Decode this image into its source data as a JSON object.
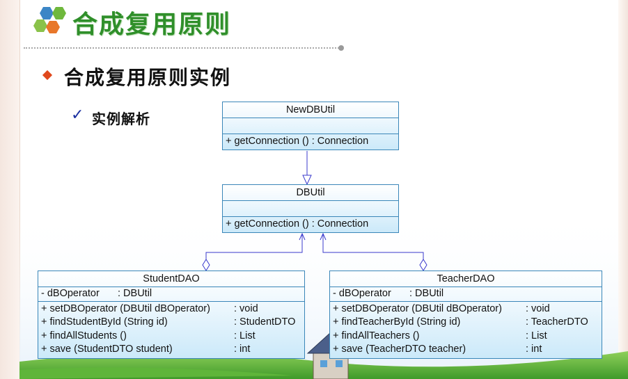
{
  "slide": {
    "title": "合成复用原则",
    "heading": "合成复用原则实例",
    "subheading": "实例解析",
    "colors": {
      "title": "#2f8f2a",
      "bullet": "#e0481c",
      "check": "#1a2fa0",
      "uml_border": "#3a86b8"
    }
  },
  "uml": {
    "newdbutil": {
      "name": "NewDBUtil",
      "operations": [
        {
          "sig": "+  getConnection () : Connection"
        }
      ]
    },
    "dbutil": {
      "name": "DBUtil",
      "operations": [
        {
          "sig": "+  getConnection () : Connection"
        }
      ]
    },
    "studentdao": {
      "name": "StudentDAO",
      "attributes": [
        {
          "name": "-  dBOperator",
          "type": ": DBUtil"
        }
      ],
      "operations": [
        {
          "name": "+  setDBOperator (DBUtil dBOperator)",
          "type": ": void"
        },
        {
          "name": "+  findStudentById (String id)",
          "type": ": StudentDTO"
        },
        {
          "name": "+  findAllStudents ()",
          "type": ": List"
        },
        {
          "name": "+  save (StudentDTO student)",
          "type": ": int"
        }
      ]
    },
    "teacherdao": {
      "name": "TeacherDAO",
      "attributes": [
        {
          "name": "-  dBOperator",
          "type": ": DBUtil"
        }
      ],
      "operations": [
        {
          "name": "+  setDBOperator (DBUtil dBOperator)",
          "type": ": void"
        },
        {
          "name": "+  findTeacherById (String id)",
          "type": ": TeacherDTO"
        },
        {
          "name": "+  findAllTeachers ()",
          "type": ": List"
        },
        {
          "name": "+  save (TeacherDTO teacher)",
          "type": ": int"
        }
      ]
    }
  }
}
